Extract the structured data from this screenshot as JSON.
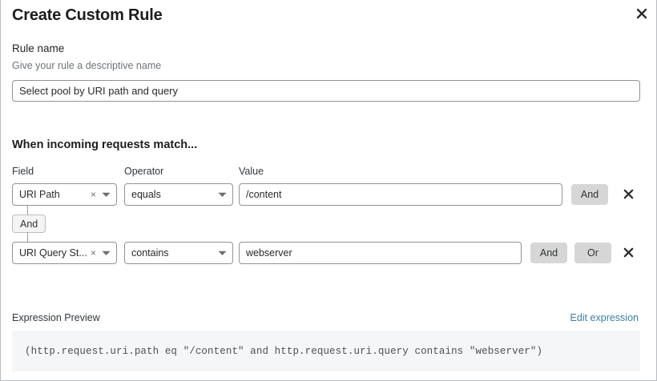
{
  "dialog": {
    "title": "Create Custom Rule",
    "close_icon": "close-icon"
  },
  "rule_name": {
    "label": "Rule name",
    "hint": "Give your rule a descriptive name",
    "value": "Select pool by URI path and query",
    "placeholder": "Select pool by URI path and query"
  },
  "match_section": {
    "heading": "When incoming requests match...",
    "columns": {
      "field": "Field",
      "operator": "Operator",
      "value": "Value"
    },
    "connector_chip": "And",
    "rows": [
      {
        "field": "URI Path",
        "field_clear_icon": "clear-icon",
        "field_caret_icon": "chevron-down-icon",
        "operator": "equals",
        "operator_caret_icon": "chevron-down-icon",
        "value": "/content",
        "value_placeholder": "/content",
        "logic_buttons": [
          "And"
        ],
        "delete_icon": "close-icon"
      },
      {
        "field": "URI Query St...",
        "field_clear_icon": "clear-icon",
        "field_caret_icon": "chevron-down-icon",
        "operator": "contains",
        "operator_caret_icon": "chevron-down-icon",
        "value": "webserver",
        "value_placeholder": "webserver",
        "logic_buttons": [
          "And",
          "Or"
        ],
        "delete_icon": "close-icon"
      }
    ]
  },
  "expression_preview": {
    "label": "Expression Preview",
    "edit_link": "Edit expression",
    "expression": "(http.request.uri.path eq \"/content\" and http.request.uri.query contains \"webserver\")"
  },
  "colors": {
    "link": "#3f7ca3",
    "logic_button_bg": "#d6d6d6",
    "expression_bg": "#f5f6f7",
    "border": "#8f9396"
  }
}
